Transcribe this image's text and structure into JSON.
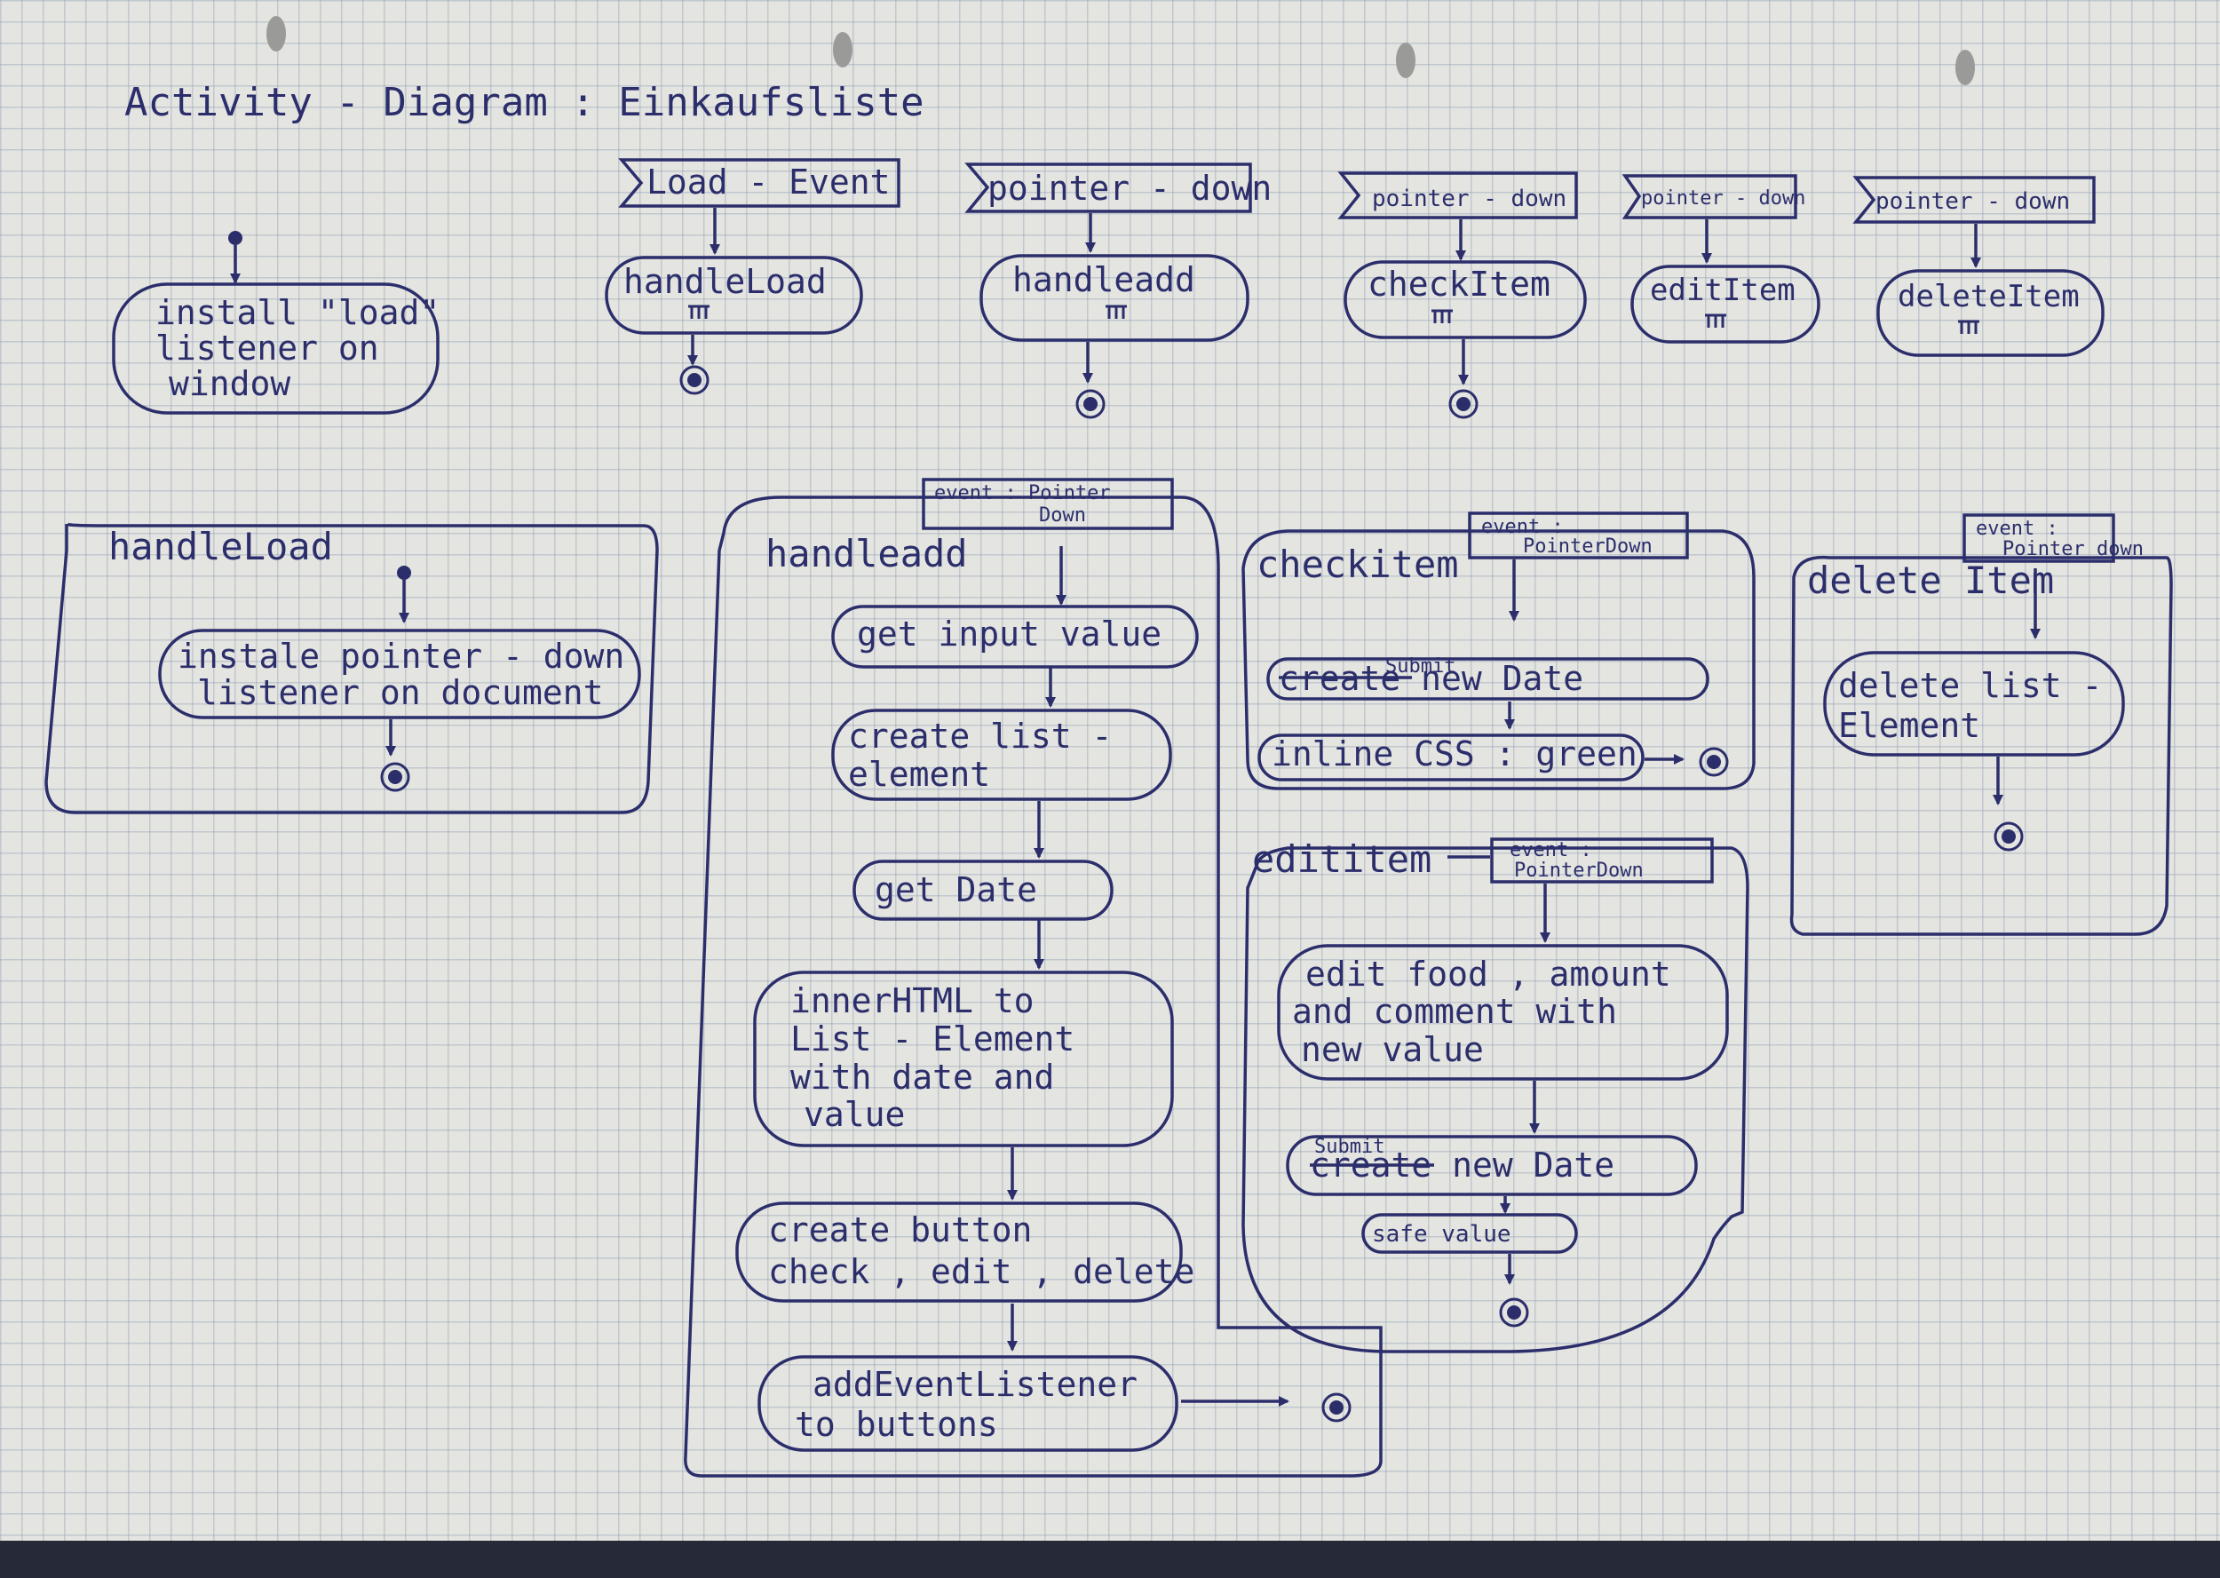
{
  "title": "Activity - Diagram : Einkaufsliste",
  "top": {
    "install": [
      "install \"load\"",
      "listener on",
      "window"
    ],
    "signals": [
      "Load - Event",
      "pointer - down",
      "pointer - down",
      "pointer - down",
      "pointer - down"
    ],
    "actions": [
      "handleLoad",
      "handleadd",
      "checkItem",
      "editItem",
      "deleteItem"
    ]
  },
  "handleLoad": {
    "name": "handleLoad",
    "action": [
      "instale pointer - down",
      "listener on document"
    ]
  },
  "handleadd": {
    "name": "handleadd",
    "param": [
      "event : Pointer",
      "Down"
    ],
    "actions": [
      [
        "get input value"
      ],
      [
        "create list -",
        "element"
      ],
      [
        "get Date"
      ],
      [
        "innerHTML to",
        "List - Element",
        "with date and",
        "value"
      ],
      [
        "create button",
        "check , edit , delete"
      ],
      [
        "addEventListener",
        "to buttons"
      ]
    ]
  },
  "checkitem": {
    "name": "checkitem",
    "param": [
      "event :",
      "PointerDown"
    ],
    "actions": [
      "create new Date",
      "inline CSS : green"
    ],
    "strike": "create",
    "note": "Submit"
  },
  "edititem": {
    "name": "edititem",
    "param": [
      "event :",
      "PointerDown"
    ],
    "actions": [
      [
        "edit food , amount",
        "and comment with",
        "new value"
      ],
      [
        "create new Date"
      ],
      [
        "safe value"
      ]
    ],
    "strike": "create",
    "note": "Submit"
  },
  "deleteItem": {
    "name": "delete Item",
    "param": [
      "event :",
      "Pointer down"
    ],
    "action": [
      "delete list -",
      "Element"
    ]
  }
}
